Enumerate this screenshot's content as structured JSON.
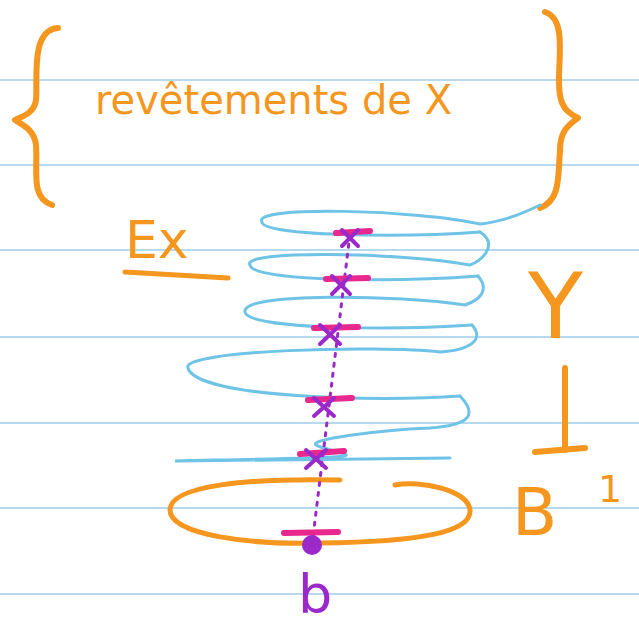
{
  "diagram": {
    "title": "revêtements de X",
    "labels": [
      "Ex",
      "Y",
      "B",
      "1",
      "b"
    ]
  }
}
